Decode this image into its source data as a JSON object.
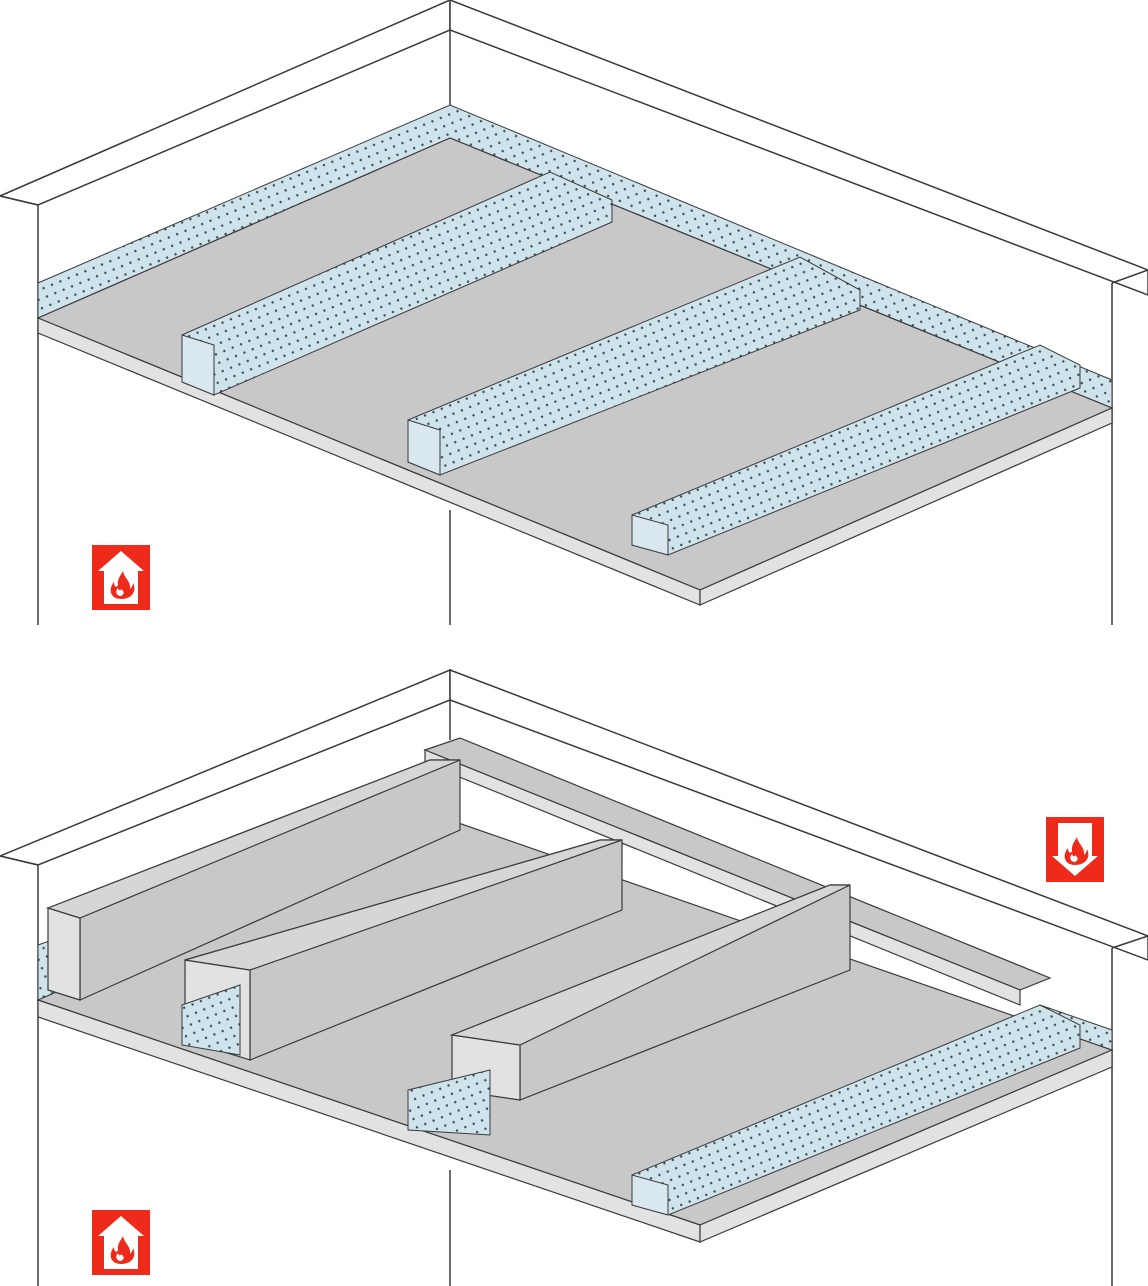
{
  "colors": {
    "wall": "#ffffff",
    "wall_edge": "#3a3a3a",
    "board_face": "#c8c8c8",
    "board_edge": "#e2e2e2",
    "profile": "#cfe3ec",
    "profile_dot": "#3b4a52",
    "fire_symbol": "#ee2a1b"
  },
  "panels": [
    {
      "name": "ceiling-without-encasement",
      "fire_direction": "from-below",
      "fire_icon": "fire-from-below-icon"
    },
    {
      "name": "ceiling-with-encasement",
      "fire_direction": "from-below-and-above",
      "fire_icons": [
        "fire-from-below-icon",
        "fire-from-above-icon"
      ]
    }
  ]
}
